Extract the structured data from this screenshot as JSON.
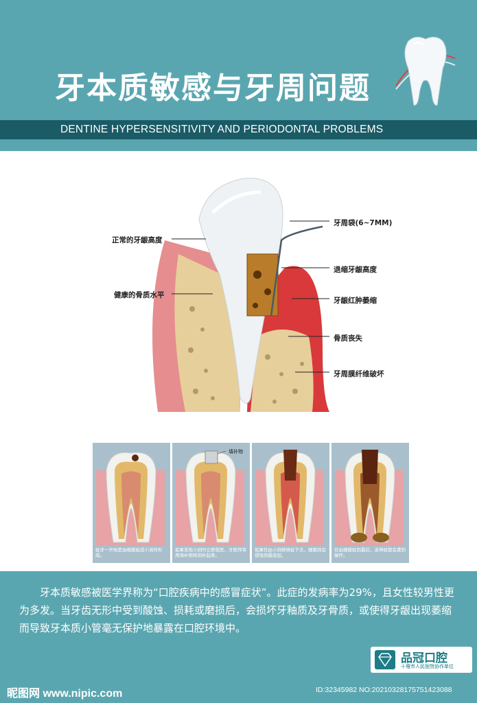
{
  "header": {
    "title_cn": "牙本质敏感与牙周问题",
    "title_en": "DENTINE HYPERSENSITIVITY AND PERIODONTAL PROBLEMS"
  },
  "diagram": {
    "labels_left": [
      "正常的牙龈高度",
      "健康的骨质水平"
    ],
    "labels_right": [
      "牙周袋(6~7MM)",
      "退缩牙龈高度",
      "牙龈红肿萎缩",
      "骨质丧失",
      "牙周膜纤维破坏"
    ]
  },
  "stages": [
    {
      "caption": "蛀牙一开始是由细菌蛀成小洞所形成。"
    },
    {
      "caption": "如果发现小洞时立即就医，牙医师将用填补物将洞补起来。",
      "tag": "填补物"
    },
    {
      "caption": "如果任由小洞继续蛀下去，细菌则会侵蚀到最底层。"
    },
    {
      "caption": "任由细菌蛀到最后，连神经都会遭到破坏。"
    }
  ],
  "description": "牙本质敏感被医学界称为“口腔疾病中的感冒症状”。此症的发病率为29%，且女性较男性更为多发。当牙齿无形中受到酸蚀、损耗或磨损后，会损坏牙釉质及牙骨质，或使得牙龈出现萎缩而导致牙本质小管毫无保护地暴露在口腔环境中。",
  "brand": {
    "name": "品冠口腔",
    "sub": "十堰市人民医院协作单位"
  },
  "watermark": {
    "site": "昵图网 www.nipic.com",
    "id": "ID:32345982 NO:20210328175751423088"
  }
}
